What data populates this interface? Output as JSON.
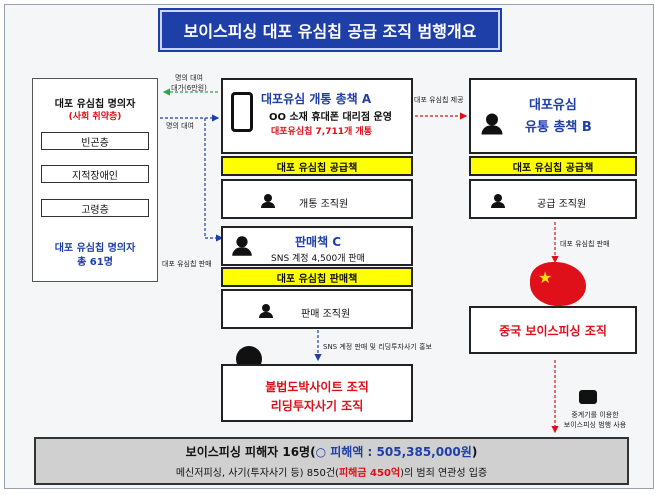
{
  "title": "보이스피싱 대포 유심칩 공급 조직 범행개요",
  "left": {
    "heading": "대포 유심칩 명의자",
    "heading_sub": "(사회 취약층)",
    "items": [
      "빈곤층",
      "지적장애인",
      "고령층"
    ],
    "footer_line1": "대포 유심칩 명의자",
    "footer_line2": "총 61명"
  },
  "arrows": {
    "name_lend_fee": "명의 대여\n대가(6만원)",
    "name_lend": "명의 대여",
    "usim_sale_left": "대포 유심칩 판매",
    "usim_supply": "대포 유심칩 제공",
    "usim_sale_right": "대포 유심칩 판매",
    "sns_sale": "SNS 계정 판매 및 리딩투자사기 홍보",
    "relay": "중계기를 이용한\n보이스피싱 범행 사용"
  },
  "box_a": {
    "title": "대포유심 개통 총책 A",
    "line": "OO 소재 휴대폰 대리점 운영",
    "detail": "대포유심칩 7,711개 개통",
    "bar": "대포 유심칩 공급책",
    "member": "개통 조직원"
  },
  "box_b": {
    "title1": "대포유심",
    "title2": "유통 총책 B",
    "bar": "대포 유심칩 공급책",
    "member": "공급 조직원"
  },
  "box_c": {
    "title": "판매책 C",
    "line": "SNS 계정 4,500개 판매",
    "bar": "대포 유심칩 판매책",
    "member": "판매 조직원"
  },
  "china": {
    "label": "중국 보이스피싱 조직"
  },
  "gambling": {
    "line1": "불법도박사이트 조직",
    "line2": "리딩투자사기 조직"
  },
  "summary": {
    "line1_pre": "보이스피싱 피해자 16명(",
    "line1_mark": "○",
    "line1_amt": " 피해액 : 505,385,000원",
    "line1_post": ")",
    "line2_pre": "메신저피싱, 사기(투자사기 등) 850건(",
    "line2_red": "피해금 450억",
    "line2_post": ")의 범죄 연관성 입증"
  },
  "colors": {
    "title_bg": "#1f3fa8",
    "accent_blue": "#1f3fa8",
    "accent_red": "#e0101a",
    "bar_yellow": "#ffff00"
  }
}
